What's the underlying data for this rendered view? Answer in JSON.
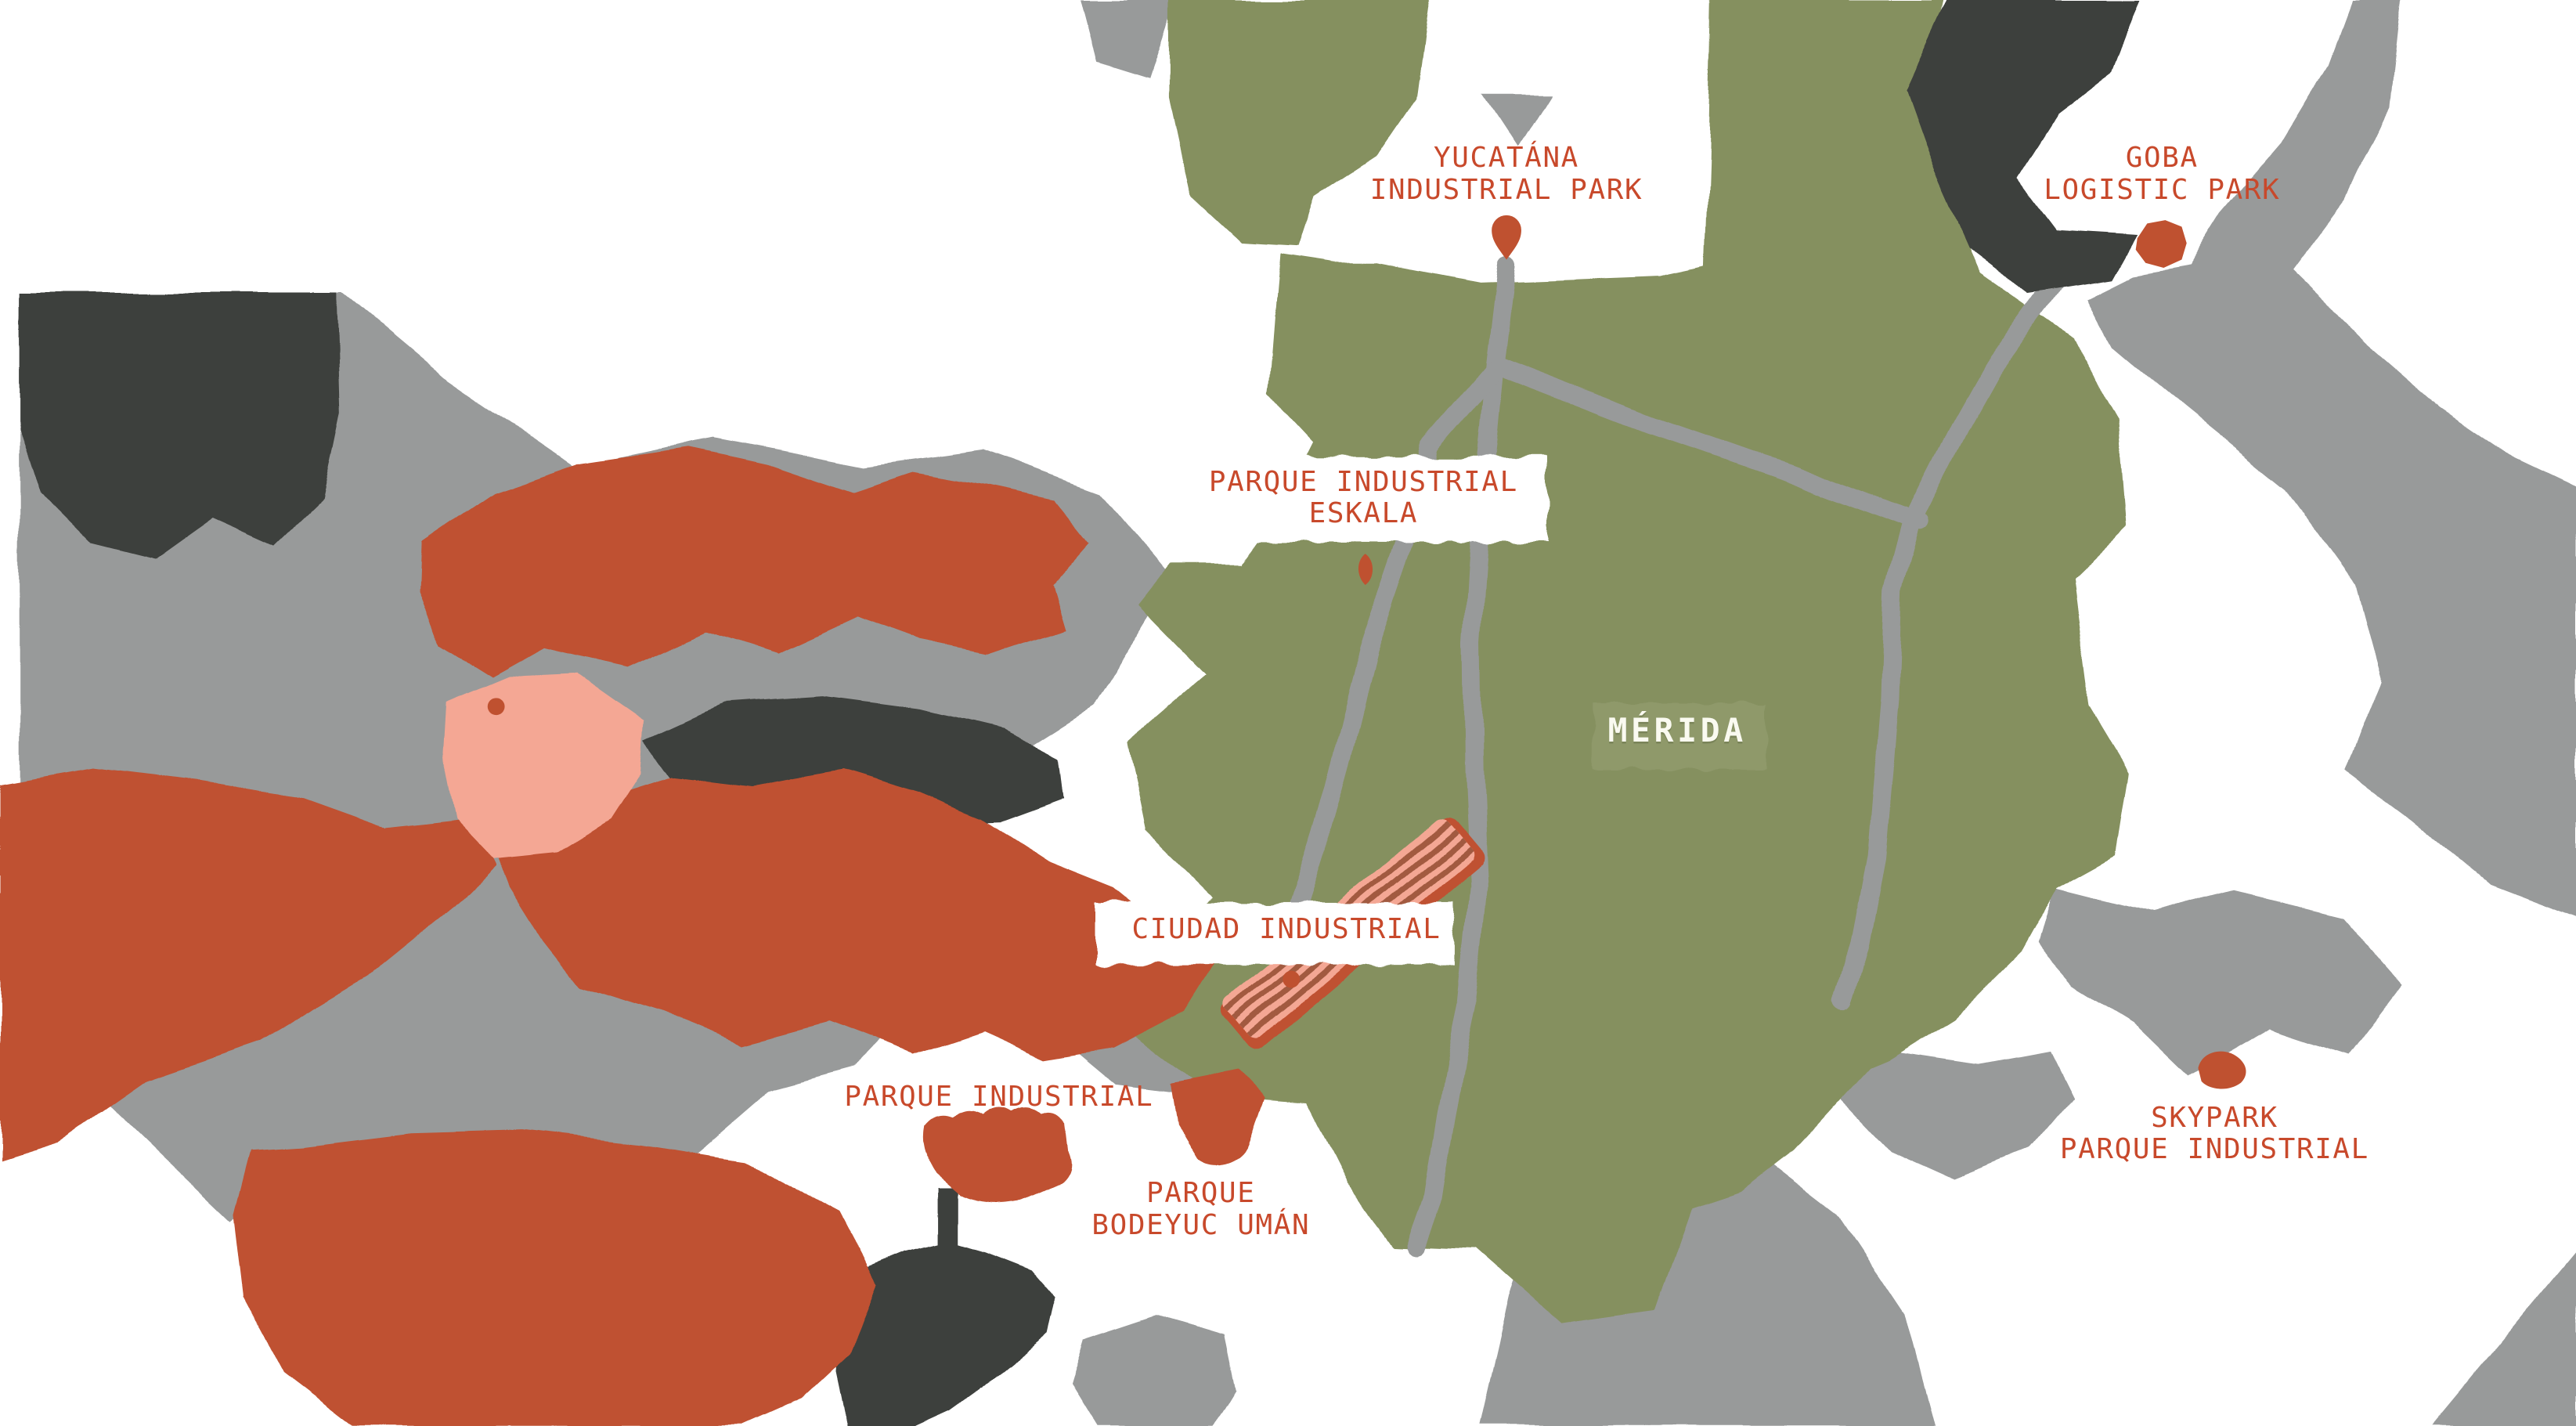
{
  "map": {
    "city": {
      "name": "MÉRIDA"
    },
    "labels": {
      "yucatana": {
        "line1": "YUCATÁNA",
        "line2": "INDUSTRIAL PARK",
        "marker": "teardrop-pin"
      },
      "goba": {
        "line1": "GOBA",
        "line2": "LOGISTIC PARK",
        "marker": "round-blob"
      },
      "eskala": {
        "line1": "PARQUE INDUSTRIAL",
        "line2": "ESKALA",
        "marker": "small-blob"
      },
      "ciudad": {
        "line1": "CIUDAD INDUSTRIAL",
        "marker": "dot",
        "zone": "hatched-band"
      },
      "parque_industrial_uman": {
        "line1": "PARQUE INDUSTRIAL",
        "marker": "none"
      },
      "bodeyuc": {
        "line1": "PARQUE",
        "line2": "BODEYUC UMÁN",
        "marker": "wedge-pin"
      },
      "skypark": {
        "line1": "SKYPARK",
        "line2": "PARQUE INDUSTRIAL",
        "marker": "round-blob"
      }
    },
    "colors": {
      "background": "#ffffff",
      "land_gray": "#989a9a",
      "urban_green": "#85905f",
      "green_backdrop": "#8f996b",
      "dark_zone": "#3e403d",
      "red_zone": "#bf5130",
      "pink_zone": "#f4a794",
      "hatch_stripe": "#a25a41",
      "label_red": "#c8492b",
      "label_box": "#ffffff",
      "city_text": "#fafaf0"
    }
  }
}
